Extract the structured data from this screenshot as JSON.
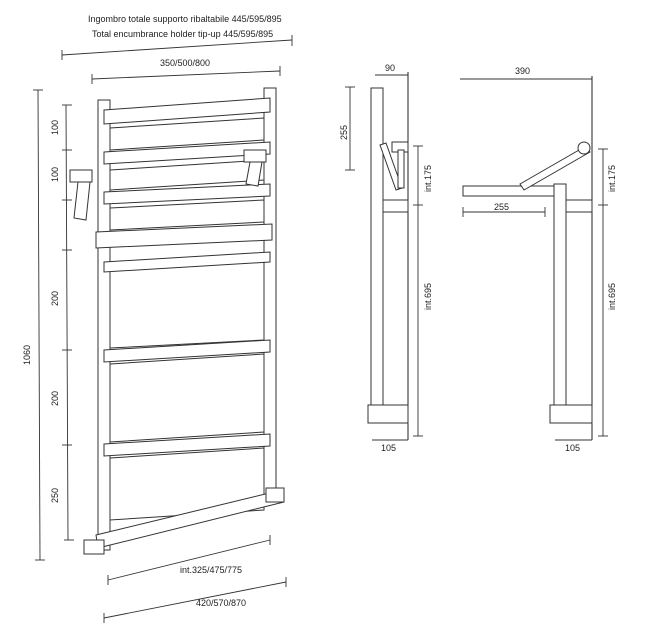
{
  "title_it": "Ingombro totale supporto ribaltabile 445/595/895",
  "title_en": "Total encumbrance holder tip-up 445/595/895",
  "front": {
    "top_width": "350/500/800",
    "heights": [
      "100",
      "100",
      "200",
      "200",
      "250"
    ],
    "total_height": "1060",
    "inner_width": "int.325/475/775",
    "bottom_width": "420/570/870"
  },
  "side_closed": {
    "depth": "90",
    "holder_height": "255",
    "inner_top": "int.175",
    "inner_main": "int.695",
    "bottom_depth": "105"
  },
  "side_open": {
    "depth": "390",
    "holder_length": "255",
    "inner_top": "int.175",
    "inner_main": "int.695",
    "bottom_depth": "105"
  }
}
